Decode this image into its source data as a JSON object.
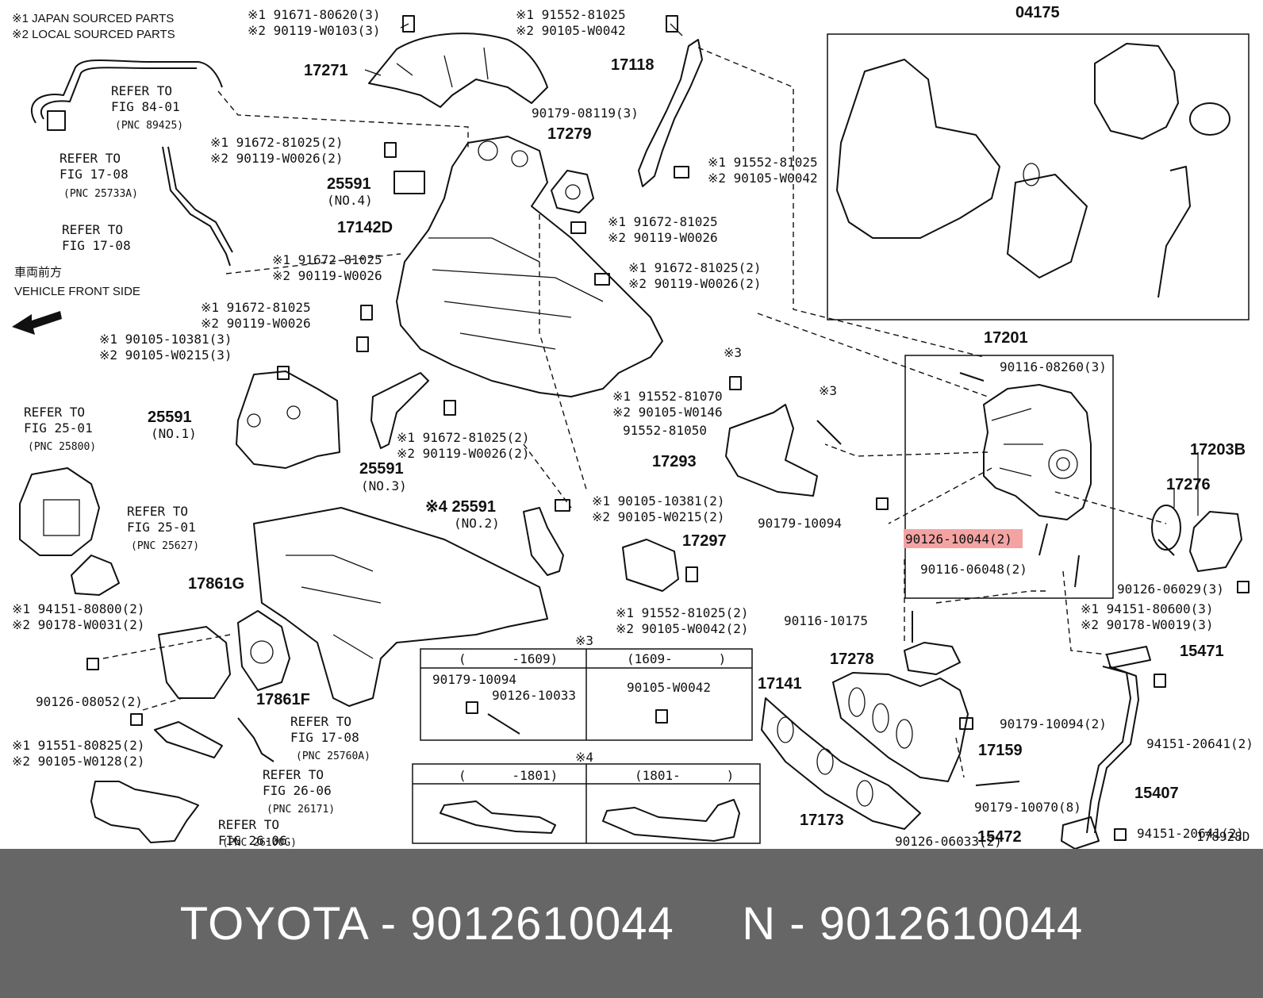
{
  "diagram": {
    "legend": [
      "※1 JAPAN SOURCED PARTS",
      "※2 LOCAL SOURCED PARTS"
    ],
    "direction": {
      "jp": "車両前方",
      "en": "VEHICLE FRONT SIDE"
    },
    "figure_id": "178928D",
    "callouts": [
      {
        "id": "c1",
        "text": "※1 91671-80620(3)"
      },
      {
        "id": "c2",
        "text": "※2 90119-W0103(3)"
      },
      {
        "id": "c3",
        "text": "※1 91552-81025"
      },
      {
        "id": "c4",
        "text": "※2 90105-W0042"
      },
      {
        "id": "c5",
        "text": "04175"
      },
      {
        "id": "c6",
        "text": "17271"
      },
      {
        "id": "c7",
        "text": "17118"
      },
      {
        "id": "c8",
        "text": "REFER TO"
      },
      {
        "id": "c9",
        "text": "FIG 84-01"
      },
      {
        "id": "c10",
        "text": "(PNC 89425)"
      },
      {
        "id": "c11",
        "text": "90179-08119(3)"
      },
      {
        "id": "c12",
        "text": "17279"
      },
      {
        "id": "c13",
        "text": "REFER TO"
      },
      {
        "id": "c14",
        "text": "FIG 17-08"
      },
      {
        "id": "c15",
        "text": "(PNC 25733A)"
      },
      {
        "id": "c16",
        "text": "※1 91672-81025(2)"
      },
      {
        "id": "c17",
        "text": "※2 90119-W0026(2)"
      },
      {
        "id": "c18",
        "text": "※1 91552-81025"
      },
      {
        "id": "c19",
        "text": "※2 90105-W0042"
      },
      {
        "id": "c20",
        "text": "25591"
      },
      {
        "id": "c21",
        "text": "(NO.4)"
      },
      {
        "id": "c22",
        "text": "17142D"
      },
      {
        "id": "c23",
        "text": "※1 91672-81025"
      },
      {
        "id": "c24",
        "text": "※2 90119-W0026"
      },
      {
        "id": "c25",
        "text": "REFER TO"
      },
      {
        "id": "c26",
        "text": "FIG 17-08"
      },
      {
        "id": "c27",
        "text": "※1 91672-81025"
      },
      {
        "id": "c28",
        "text": "※2 90119-W0026"
      },
      {
        "id": "c29",
        "text": "※1 91672-81025(2)"
      },
      {
        "id": "c30",
        "text": "※2 90119-W0026(2)"
      },
      {
        "id": "c31",
        "text": "※1 91672-81025"
      },
      {
        "id": "c32",
        "text": "※2 90119-W0026"
      },
      {
        "id": "c33",
        "text": "17201"
      },
      {
        "id": "c34",
        "text": "※1 90105-10381(3)"
      },
      {
        "id": "c35",
        "text": "※2 90105-W0215(3)"
      },
      {
        "id": "c36",
        "text": "90116-08260(3)"
      },
      {
        "id": "c37",
        "text": "※3"
      },
      {
        "id": "c38",
        "text": "※3"
      },
      {
        "id": "c39",
        "text": "※1 91552-81070"
      },
      {
        "id": "c40",
        "text": "※2 90105-W0146"
      },
      {
        "id": "c41",
        "text": "REFER TO"
      },
      {
        "id": "c42",
        "text": "FIG 25-01"
      },
      {
        "id": "c43",
        "text": "(PNC 25800)"
      },
      {
        "id": "c44",
        "text": "25591"
      },
      {
        "id": "c45",
        "text": "(NO.1)"
      },
      {
        "id": "c46",
        "text": "91552-81050"
      },
      {
        "id": "c47",
        "text": "※1 91672-81025(2)"
      },
      {
        "id": "c48",
        "text": "※2 90119-W0026(2)"
      },
      {
        "id": "c49",
        "text": "17293"
      },
      {
        "id": "c50",
        "text": "17203B"
      },
      {
        "id": "c51",
        "text": "25591"
      },
      {
        "id": "c52",
        "text": "(NO.3)"
      },
      {
        "id": "c53",
        "text": "17276"
      },
      {
        "id": "c54",
        "text": "※4 25591"
      },
      {
        "id": "c55",
        "text": "(NO.2)"
      },
      {
        "id": "c56",
        "text": "※1 90105-10381(2)"
      },
      {
        "id": "c57",
        "text": "※2 90105-W0215(2)"
      },
      {
        "id": "c58",
        "text": "90179-10094"
      },
      {
        "id": "c59",
        "text": "REFER TO"
      },
      {
        "id": "c60",
        "text": "FIG 25-01"
      },
      {
        "id": "c61",
        "text": "(PNC 25627)"
      },
      {
        "id": "c62",
        "text": "17297"
      },
      {
        "id": "c63",
        "text": "90126-10044(2)"
      },
      {
        "id": "c64",
        "text": "90116-06048(2)"
      },
      {
        "id": "c65",
        "text": "90126-06029(3)"
      },
      {
        "id": "c66",
        "text": "17861G"
      },
      {
        "id": "c67",
        "text": "※1 94151-80800(2)"
      },
      {
        "id": "c68",
        "text": "※2 90178-W0031(2)"
      },
      {
        "id": "c69",
        "text": "※1 91552-81025(2)"
      },
      {
        "id": "c70",
        "text": "※2 90105-W0042(2)"
      },
      {
        "id": "c71",
        "text": "※1 94151-80600(3)"
      },
      {
        "id": "c72",
        "text": "※2 90178-W0019(3)"
      },
      {
        "id": "c73",
        "text": "90116-10175"
      },
      {
        "id": "c74",
        "text": "15471"
      },
      {
        "id": "c75",
        "text": "17278"
      },
      {
        "id": "c76",
        "text": "90126-08052(2)"
      },
      {
        "id": "c77",
        "text": "17861F"
      },
      {
        "id": "c78",
        "text": "17141"
      },
      {
        "id": "c79",
        "text": "REFER TO"
      },
      {
        "id": "c80",
        "text": "FIG 17-08"
      },
      {
        "id": "c81",
        "text": "(PNC 25760A)"
      },
      {
        "id": "c82",
        "text": "90179-10094(2)"
      },
      {
        "id": "c83",
        "text": "※1 91551-80825(2)"
      },
      {
        "id": "c84",
        "text": "※2 90105-W0128(2)"
      },
      {
        "id": "c85",
        "text": "94151-20641(2)"
      },
      {
        "id": "c86",
        "text": "17159"
      },
      {
        "id": "c87",
        "text": "REFER TO"
      },
      {
        "id": "c88",
        "text": "FIG 26-06"
      },
      {
        "id": "c89",
        "text": "(PNC 26171)"
      },
      {
        "id": "c90",
        "text": "15407"
      },
      {
        "id": "c91",
        "text": "90179-10070(8)"
      },
      {
        "id": "c92",
        "text": "REFER TO"
      },
      {
        "id": "c93",
        "text": "FIG 26-06"
      },
      {
        "id": "c94",
        "text": "(PNC 26100G)"
      },
      {
        "id": "c95",
        "text": "17173"
      },
      {
        "id": "c96",
        "text": "15472"
      },
      {
        "id": "c97",
        "text": "94151-20641(2)"
      },
      {
        "id": "c98",
        "text": "90126-06033(2)"
      }
    ],
    "table3": {
      "mark": "※3",
      "col1": {
        "header": "(      -1609)",
        "part_a": "90179-10094",
        "part_b": "90126-10033"
      },
      "col2": {
        "header": "(1609-      )",
        "part_a": "90105-W0042"
      }
    },
    "table4": {
      "mark": "※4",
      "col1": {
        "header": "(      -1801)"
      },
      "col2": {
        "header": "(1801-      )"
      }
    },
    "highlighted_part": "90126-10044(2)",
    "highlight_color": "#f4a3a3"
  },
  "footer": {
    "caption": "TOYOTA - 9012610044     N - 9012610044",
    "background": "#666666"
  }
}
